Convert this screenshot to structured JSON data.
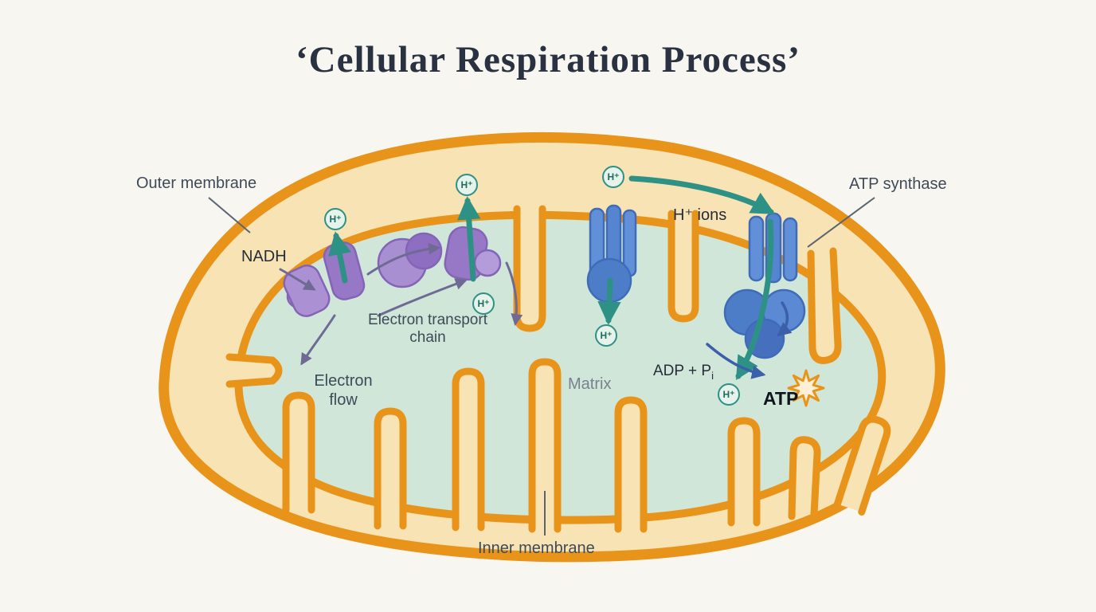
{
  "title": "‘Cellular Respiration Process’",
  "labels": {
    "outer_membrane": "Outer membrane",
    "nadh": "NADH",
    "electron_transport_chain": "Electron transport chain",
    "electron_flow": "Electron flow",
    "matrix": "Matrix",
    "inner_membrane": "Inner membrane",
    "atp_synthase": "ATP synthase",
    "h_ions": "H⁺ ions",
    "adp_p": "ADP + P",
    "adp_sub": "i",
    "atp": "ATP",
    "h_plus": "H⁺"
  },
  "colors": {
    "background": "#F8F6F1",
    "title_text": "#2A3242",
    "label_text": "#3F4A58",
    "membrane": "#E8941A",
    "intermembrane": "#F8E3B4",
    "matrix": "#CFE6D8",
    "etc_purple": "#9678C6",
    "protein_blue": "#5585D0",
    "arrow_teal": "#2E9186",
    "arrow_purple": "#6F6A94",
    "arrow_blue": "#3B5FA9",
    "hplus_fill": "#E6F3EB",
    "hplus_stroke": "#2E9186"
  }
}
